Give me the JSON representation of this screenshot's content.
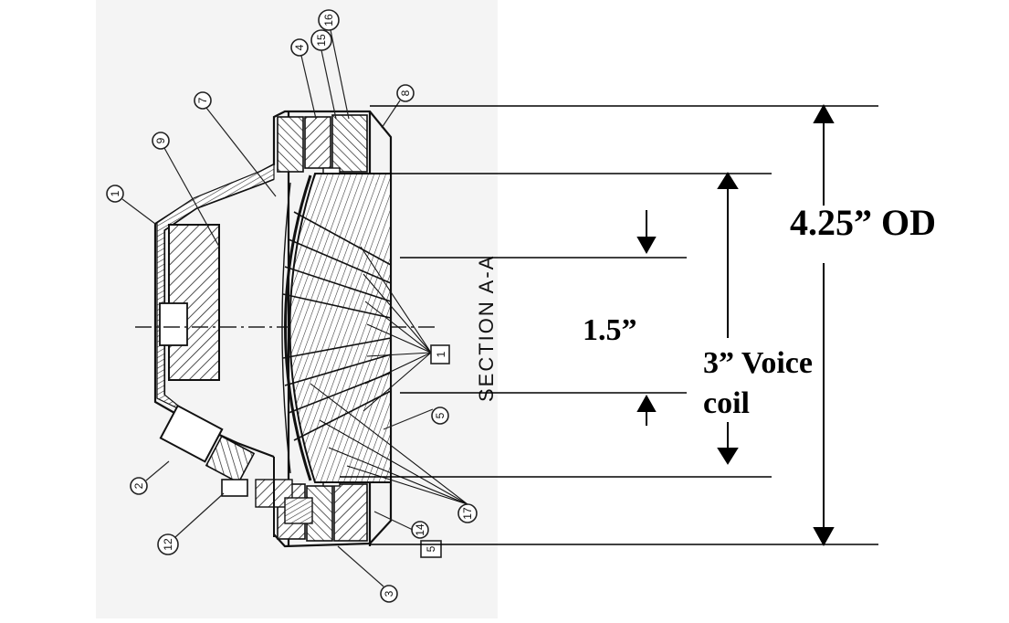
{
  "dimensions": {
    "outer_diameter": "4.25” OD",
    "inner_height": "1.5”",
    "voice_coil_line1": "3” Voice",
    "voice_coil_line2": "coil"
  },
  "section_label": "SECTION A-A",
  "balloons": {
    "b1": "1",
    "b2": "2",
    "b3": "3",
    "b4": "4",
    "b5": "5",
    "b7": "7",
    "b8": "8",
    "b9": "9",
    "b12": "12",
    "b14": "14",
    "b15": "15",
    "b16": "16",
    "b17": "17",
    "box1": "1",
    "box5": "5"
  },
  "colors": {
    "ink": "#111111",
    "paper_gray": "#f3f3f3",
    "background": "#ffffff"
  }
}
